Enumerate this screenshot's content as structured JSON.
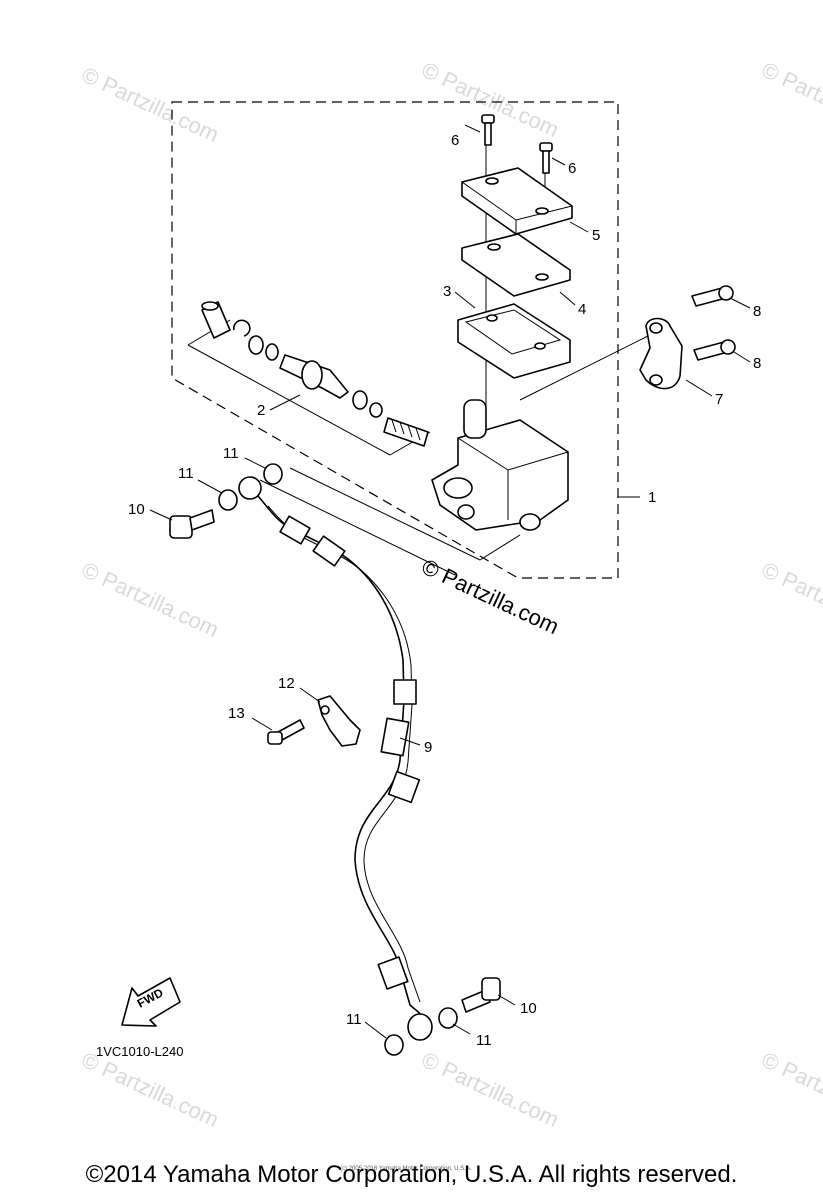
{
  "diagram": {
    "callouts": [
      {
        "id": "c1",
        "text": "1"
      },
      {
        "id": "c2",
        "text": "2"
      },
      {
        "id": "c3",
        "text": "3"
      },
      {
        "id": "c4",
        "text": "4"
      },
      {
        "id": "c5",
        "text": "5"
      },
      {
        "id": "c6a",
        "text": "6"
      },
      {
        "id": "c6b",
        "text": "6"
      },
      {
        "id": "c7",
        "text": "7"
      },
      {
        "id": "c8a",
        "text": "8"
      },
      {
        "id": "c8b",
        "text": "8"
      },
      {
        "id": "c9",
        "text": "9"
      },
      {
        "id": "c10a",
        "text": "10"
      },
      {
        "id": "c10b",
        "text": "10"
      },
      {
        "id": "c11a",
        "text": "11"
      },
      {
        "id": "c11b",
        "text": "11"
      },
      {
        "id": "c11c",
        "text": "11"
      },
      {
        "id": "c11d",
        "text": "11"
      },
      {
        "id": "c12",
        "text": "12"
      },
      {
        "id": "c13",
        "text": "13"
      }
    ],
    "fwd_label": "FWD",
    "reference_code": "1VC1010-L240",
    "watermark_main": "© Partzilla.com",
    "watermark_faint": "© Partzilla.com",
    "fine_print": "(c) 2005-2016 Yamaha Motor Corporation, U.S.A.",
    "copyright": "©2014 Yamaha Motor Corporation, U.S.A. All rights reserved."
  }
}
